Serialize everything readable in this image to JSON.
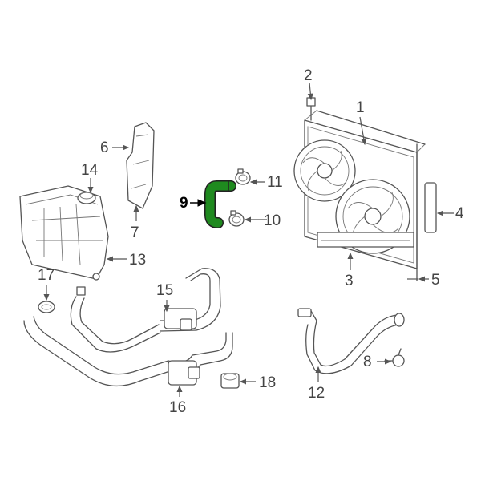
{
  "diagram": {
    "highlight_color": "#1f8a1f",
    "labels": {
      "p1": "1",
      "p2": "2",
      "p3": "3",
      "p4": "4",
      "p5": "5",
      "p6": "6",
      "p7": "7",
      "p8": "8",
      "p9": "9",
      "p10": "10",
      "p11": "11",
      "p12": "12",
      "p13": "13",
      "p14": "14",
      "p15": "15",
      "p16": "16",
      "p17": "17",
      "p18": "18"
    }
  }
}
